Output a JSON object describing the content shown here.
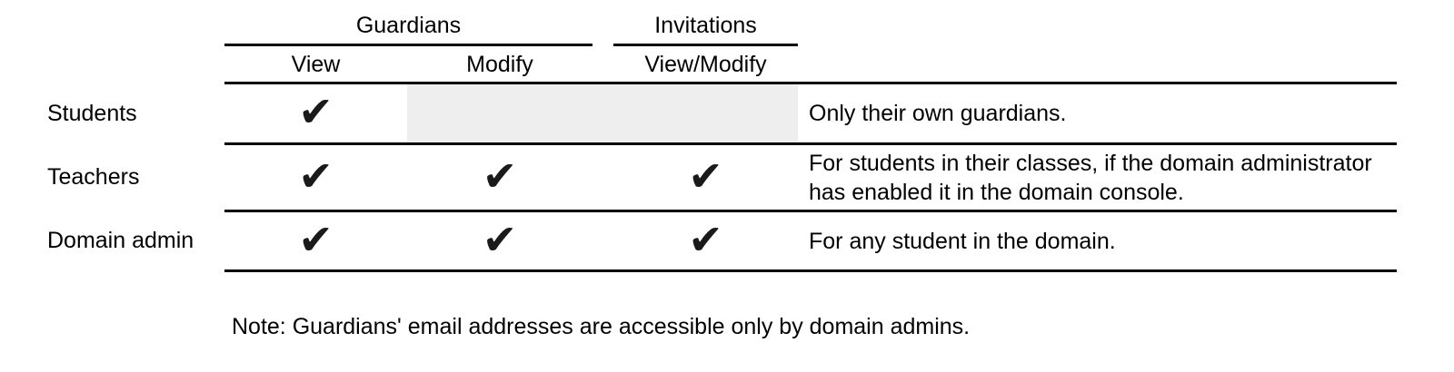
{
  "table": {
    "groups": [
      {
        "label": "Guardians"
      },
      {
        "label": "Invitations"
      }
    ],
    "columns": [
      {
        "label": "View"
      },
      {
        "label": "Modify"
      },
      {
        "label": "View/Modify"
      }
    ],
    "check_glyph": "✔",
    "rows": [
      {
        "role": "Students",
        "permissions": {
          "view": true,
          "modify": false,
          "view_modify": false
        },
        "modify_unavailable": true,
        "description": "Only their own guardians."
      },
      {
        "role": "Teachers",
        "permissions": {
          "view": true,
          "modify": true,
          "view_modify": true
        },
        "description": "For students in their classes, if the domain administrator has enabled it in the domain console."
      },
      {
        "role": "Domain admin",
        "permissions": {
          "view": true,
          "modify": true,
          "view_modify": true
        },
        "description": "For any student in the domain."
      }
    ]
  },
  "footnote": "Note: Guardians' email addresses are accessible only by domain admins.",
  "colors": {
    "text": "#000000",
    "rule": "#000000",
    "check": "#1a1a1a",
    "unavailable_cell": "#eeeeee",
    "background": "#ffffff"
  }
}
